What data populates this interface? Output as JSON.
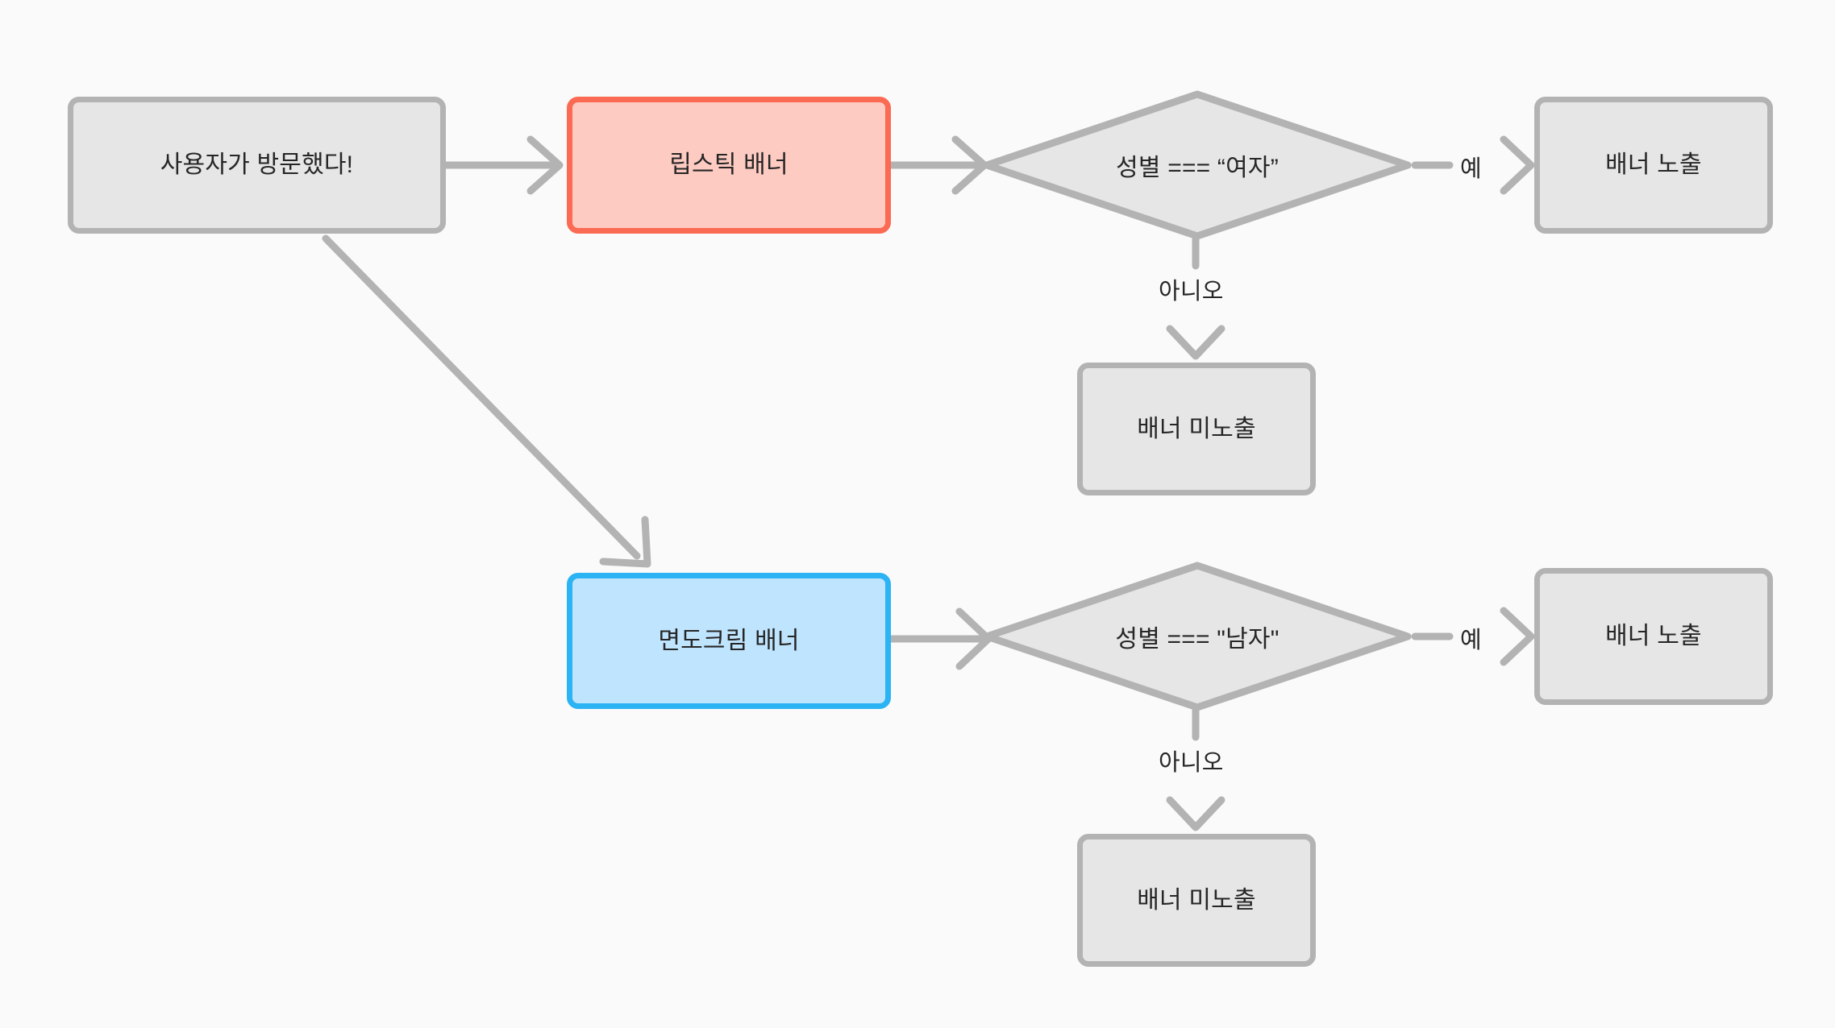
{
  "diagram": {
    "type": "flowchart",
    "background_color": "#fafafa",
    "edge_color": "#b3b3b3",
    "text_color": "#262626",
    "nodes": [
      {
        "id": "visit",
        "label": "사용자가 방문했다!",
        "shape": "rounded-rect",
        "style": "plain",
        "fill": "#e6e6e6",
        "border": "#b3b3b3"
      },
      {
        "id": "lipstick",
        "label": "립스틱 배너",
        "shape": "rounded-rect",
        "style": "red",
        "fill": "#fdcbc2",
        "border": "#fb6a52"
      },
      {
        "id": "cond-female",
        "label": "성별 === “여자”",
        "shape": "diamond",
        "style": "plain",
        "fill": "#e6e6e6",
        "border": "#b3b3b3"
      },
      {
        "id": "show-female",
        "label": "배너 노출",
        "shape": "rounded-rect",
        "style": "plain",
        "fill": "#e6e6e6",
        "border": "#b3b3b3"
      },
      {
        "id": "hide-female",
        "label": "배너 미노출",
        "shape": "rounded-rect",
        "style": "plain",
        "fill": "#e6e6e6",
        "border": "#b3b3b3"
      },
      {
        "id": "shaving",
        "label": "면도크림 배너",
        "shape": "rounded-rect",
        "style": "blue",
        "fill": "#bfe4fd",
        "border": "#2bb3f3"
      },
      {
        "id": "cond-male",
        "label": "성별 === \"남자\"",
        "shape": "diamond",
        "style": "plain",
        "fill": "#e6e6e6",
        "border": "#b3b3b3"
      },
      {
        "id": "show-male",
        "label": "배너 노출",
        "shape": "rounded-rect",
        "style": "plain",
        "fill": "#e6e6e6",
        "border": "#b3b3b3"
      },
      {
        "id": "hide-male",
        "label": "배너 미노출",
        "shape": "rounded-rect",
        "style": "plain",
        "fill": "#e6e6e6",
        "border": "#b3b3b3"
      }
    ],
    "edges": [
      {
        "from": "visit",
        "to": "lipstick",
        "label": ""
      },
      {
        "from": "visit",
        "to": "shaving",
        "label": ""
      },
      {
        "from": "lipstick",
        "to": "cond-female",
        "label": ""
      },
      {
        "from": "cond-female",
        "to": "show-female",
        "label": "예"
      },
      {
        "from": "cond-female",
        "to": "hide-female",
        "label": "아니오"
      },
      {
        "from": "shaving",
        "to": "cond-male",
        "label": ""
      },
      {
        "from": "cond-male",
        "to": "show-male",
        "label": "예"
      },
      {
        "from": "cond-male",
        "to": "hide-male",
        "label": "아니오"
      }
    ],
    "edge_labels": {
      "yes_top": "예",
      "no_top": "아니오",
      "yes_bottom": "예",
      "no_bottom": "아니오"
    }
  }
}
